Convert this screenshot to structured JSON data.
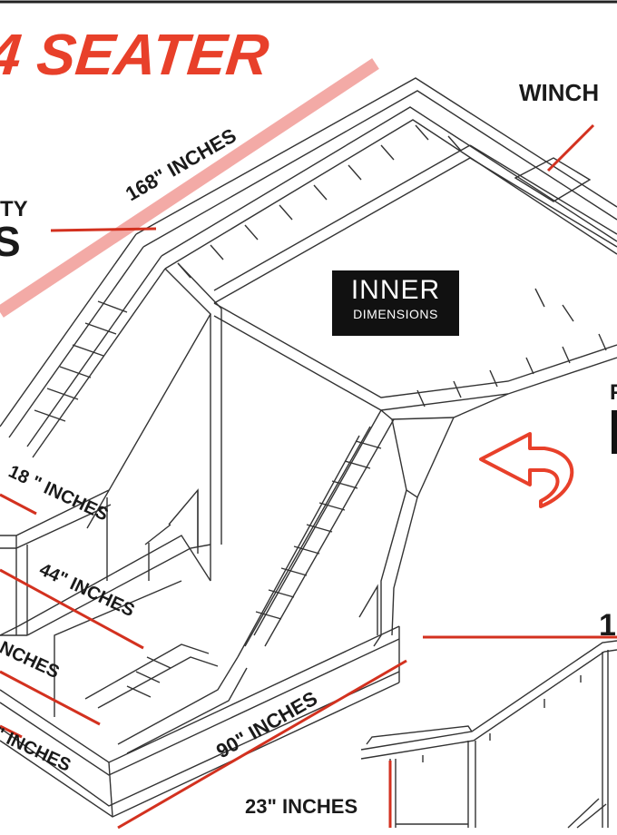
{
  "header": {
    "title": "4 SEATER"
  },
  "dimensions": {
    "length": "168\" INCHES",
    "winch": "WINCH",
    "cut_text_left_top": "TY",
    "cut_text_left_big": "S",
    "inner_a": "18 \" INCHES",
    "inner_b": "44\" INCHES",
    "partial_inches": "NCHES",
    "partial_inches_bottom": "\" INCHES",
    "width": "90\" INCHES",
    "height": "23\" INCHES",
    "cut_right_mid": "F",
    "cut_right_low": "1"
  },
  "badge": {
    "line1": "INNER",
    "line2": "DIMENSIONS"
  },
  "colors": {
    "accent": "#e8402a",
    "line_red": "#d3311f",
    "faded_red": "#f3aaa6",
    "badge_bg": "#111111"
  },
  "icons": {
    "turn_arrow": "curved-arrow-icon"
  }
}
